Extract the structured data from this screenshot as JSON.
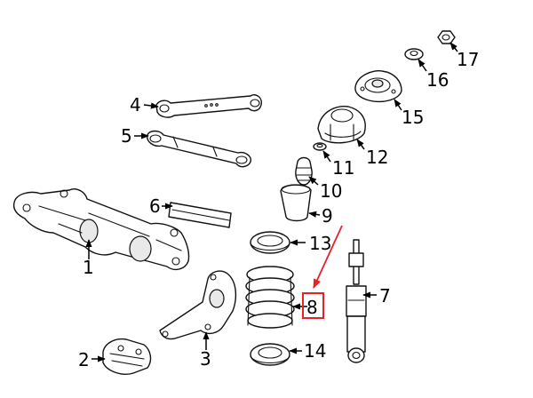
{
  "callouts": {
    "c1": "1",
    "c2": "2",
    "c3": "3",
    "c4": "4",
    "c5": "5",
    "c6": "6",
    "c7": "7",
    "c8": "8",
    "c9": "9",
    "c10": "10",
    "c11": "11",
    "c12": "12",
    "c13": "13",
    "c14": "14",
    "c15": "15",
    "c16": "16",
    "c17": "17"
  },
  "highlight": {
    "part": "8",
    "color": "#e8202a"
  },
  "colors": {
    "line": "#111111",
    "background": "#ffffff"
  }
}
